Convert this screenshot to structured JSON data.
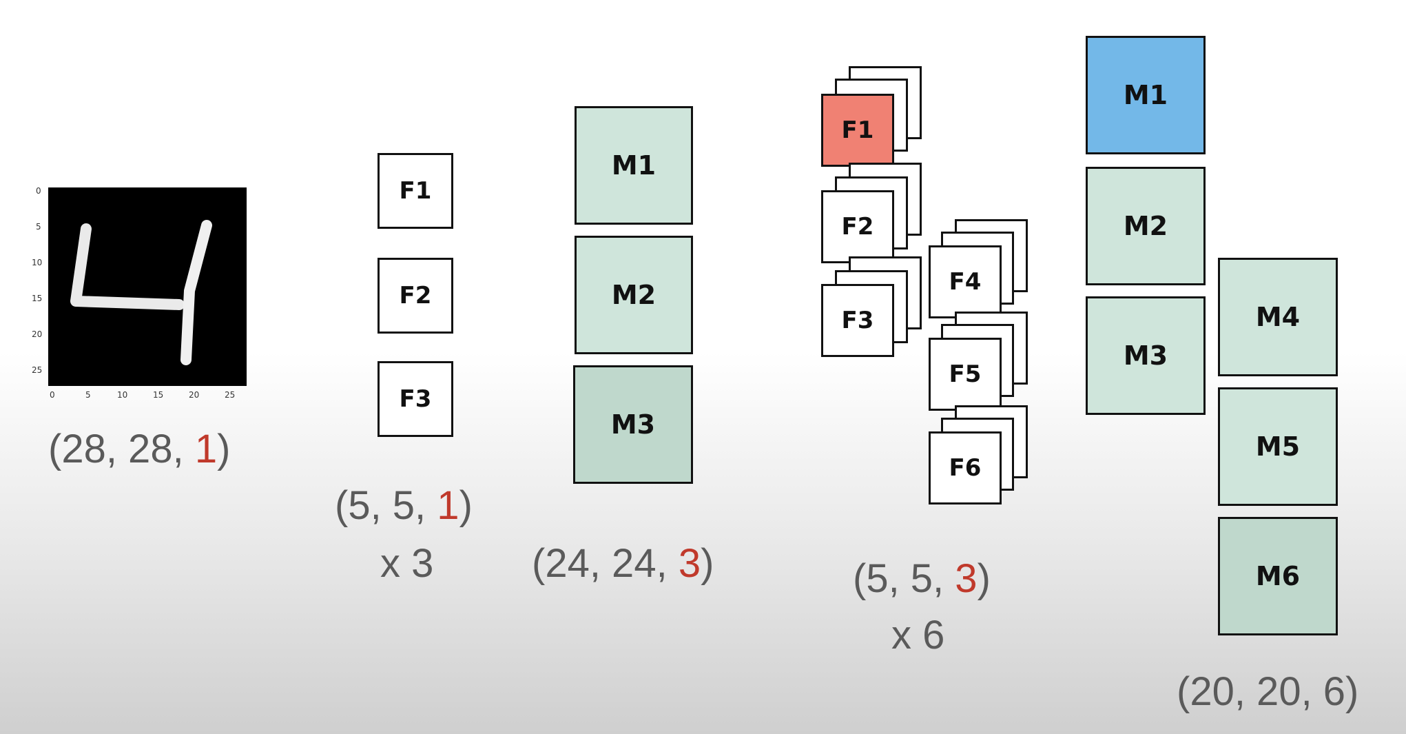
{
  "input": {
    "caption_prefix": "(28, 28, ",
    "caption_channel": "1",
    "caption_suffix": ")"
  },
  "layer1_filters": {
    "labels": [
      "F1",
      "F2",
      "F3"
    ],
    "caption_prefix": "(5, 5, ",
    "caption_channel": "1",
    "caption_suffix": ")",
    "multiplier": "x 3"
  },
  "layer1_maps": {
    "labels": [
      "M1",
      "M2",
      "M3"
    ],
    "caption_prefix": "(24, 24, ",
    "caption_channel": "3",
    "caption_suffix": ")"
  },
  "layer2_filters": {
    "labels": [
      "F1",
      "F2",
      "F3",
      "F4",
      "F5",
      "F6"
    ],
    "caption_prefix": "(5, 5, ",
    "caption_channel": "3",
    "caption_suffix": ")",
    "multiplier": "x 6"
  },
  "layer2_maps": {
    "labels": [
      "M1",
      "M2",
      "M3",
      "M4",
      "M5",
      "M6"
    ],
    "caption": "(20, 20, 6)"
  },
  "colors": {
    "highlight_filter": "#f08173",
    "highlight_map": "#73b8e8",
    "map_fill": "#cfe5db",
    "channel_number": "#c0392b"
  }
}
